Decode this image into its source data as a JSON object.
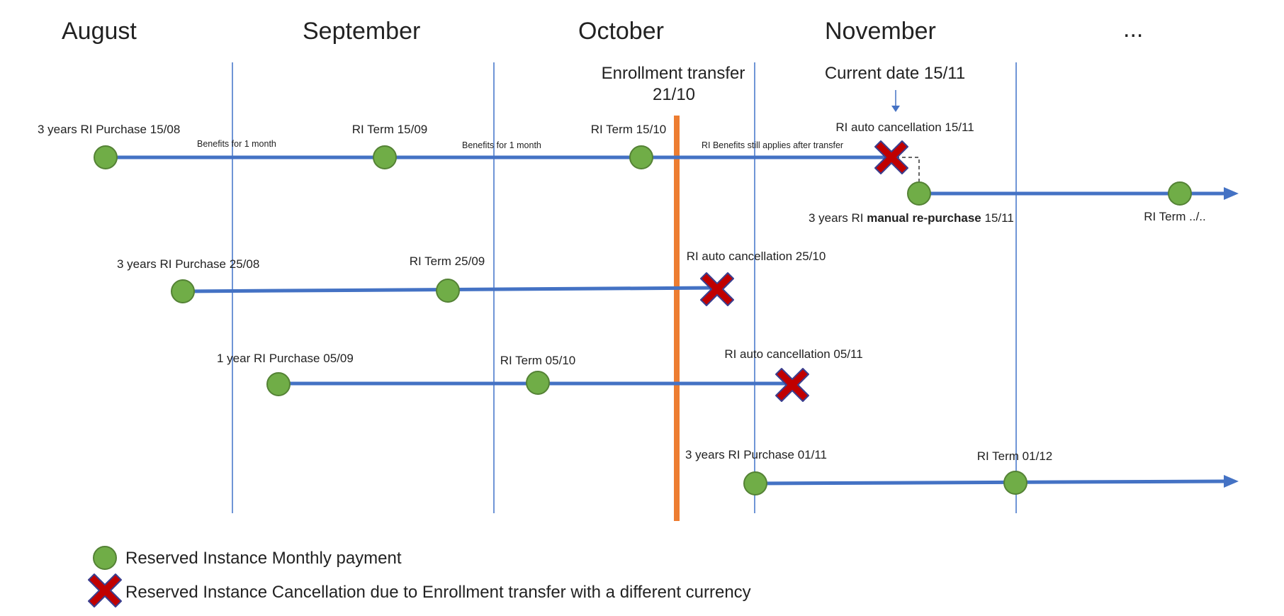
{
  "months": [
    "August",
    "September",
    "October",
    "November",
    "..."
  ],
  "enrollment_transfer": {
    "label": "Enrollment transfer",
    "date": "21/10"
  },
  "current_date": {
    "label": "Current date 15/11"
  },
  "row1": {
    "purchase": "3 years RI Purchase 15/08",
    "term_1": "RI Term 15/09",
    "term_2": "RI Term 15/10",
    "cancellation": "RI auto cancellation 15/11",
    "benefit_1": "Benefits for 1 month",
    "benefit_2": "Benefits for 1 month",
    "benefit_3": "RI Benefits still applies after transfer",
    "repurchase_prefix": "3 years RI ",
    "repurchase_bold": "manual re-purchase",
    "repurchase_suffix": " 15/11",
    "term_next": "RI Term ../.."
  },
  "row2": {
    "purchase": "3 years RI Purchase 25/08",
    "term_1": "RI Term 25/09",
    "cancellation": "RI auto cancellation 25/10"
  },
  "row3": {
    "purchase": "1 year RI Purchase 05/09",
    "term_1": "RI Term 05/10",
    "cancellation": "RI auto cancellation 05/11"
  },
  "row4": {
    "purchase": "3 years RI Purchase 01/11",
    "term_1": "RI Term 01/12"
  },
  "legend": {
    "payment": "Reserved Instance Monthly payment",
    "cancellation": "Reserved Instance Cancellation due to Enrollment transfer with a different currency"
  },
  "colors": {
    "timeline": "#4472c4",
    "month_divider": "#6f95d6",
    "payment_dot": "#70ad47",
    "payment_dot_border": "#548235",
    "cancel_x": "#c00000",
    "cancel_x_border": "#3a3f8f",
    "transfer_line": "#ed7d31"
  }
}
